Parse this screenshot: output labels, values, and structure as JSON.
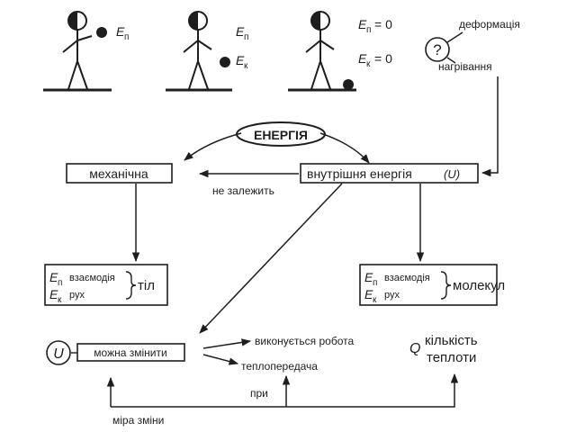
{
  "figures": {
    "fig1": {
      "ep": "E",
      "ep_sub": "п"
    },
    "fig2": {
      "ep": "E",
      "ep_sub": "п",
      "ek": "E",
      "ek_sub": "к"
    },
    "fig3": {
      "ep": "E",
      "ep_sub": "п",
      "ep_val": "= 0",
      "ek": "E",
      "ek_sub": "к",
      "ek_val": "= 0"
    }
  },
  "question": {
    "mark": "?",
    "deformation": "деформація",
    "heating": "нагрівання"
  },
  "energy": {
    "label": "ЕНЕРГІЯ"
  },
  "mechanical": {
    "label": "механічна"
  },
  "internal": {
    "label": "внутрішня енергія",
    "symbol": "(U)"
  },
  "independent": {
    "label": "не залежить"
  },
  "bodies": {
    "ep": "E",
    "ep_sub": "п",
    "interaction": "взаємодія",
    "ek": "E",
    "ek_sub": "к",
    "motion": "рух",
    "label": "тіл"
  },
  "molecules": {
    "ep": "E",
    "ep_sub": "п",
    "interaction": "взаємодія",
    "ek": "E",
    "ek_sub": "к",
    "motion": "рух",
    "label": "молекул"
  },
  "change": {
    "symbol": "U",
    "label": "можна змінити"
  },
  "work": {
    "label": "виконується робота"
  },
  "transfer": {
    "label": "теплопередача"
  },
  "heat": {
    "symbol": "Q",
    "line1": "кількість",
    "line2": "теплоти"
  },
  "when": {
    "label": "при"
  },
  "measure": {
    "label": "міра зміни"
  }
}
